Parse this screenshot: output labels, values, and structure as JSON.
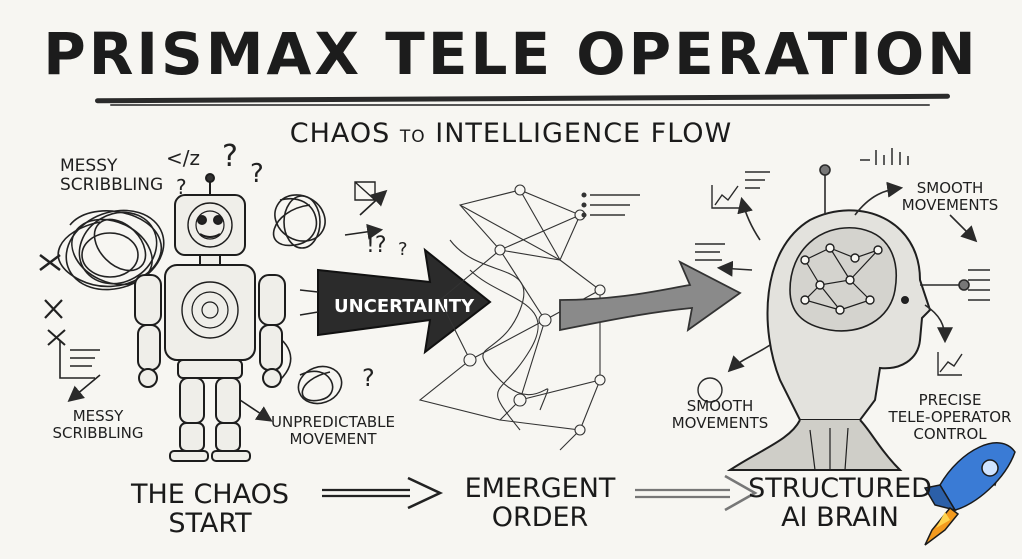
{
  "title": "PRISMAX TELE OPERATION",
  "subtitle": {
    "left": "CHAOS",
    "joiner": "TO",
    "right": "INTELLIGENCE FLOW"
  },
  "chaos": {
    "label_top_line1": "MESSY",
    "label_top_line2": "SCRIBBLING",
    "label_bottom_line1": "MESSY",
    "label_bottom_line2": "SCRIBBLING",
    "label_move_line1": "UNPREDICTABLE",
    "label_move_line2": "MOVEMENT",
    "glyph": "</z",
    "marks": [
      "?",
      "?",
      "?",
      "!?",
      "?",
      "?"
    ]
  },
  "arrow_label": "UNCERTAINTY",
  "brain": {
    "label_smooth_top_line1": "SMOOTH",
    "label_smooth_top_line2": "MOVEMENTS",
    "label_smooth_bottom_line1": "SMOOTH",
    "label_smooth_bottom_line2": "MOVEMENTS",
    "label_precise_line1": "PRECISE",
    "label_precise_line2": "TELE-OPERATOR",
    "label_precise_line3": "CONTROL"
  },
  "stages": {
    "chaos_line1": "THE CHAOS",
    "chaos_line2": "START",
    "emergent_line1": "EMERGENT",
    "emergent_line2": "ORDER",
    "brain_line1": "STRUCTURED",
    "brain_line2": "AI BRAIN"
  },
  "icons": [
    "robot-icon",
    "neural-network-icon",
    "ai-head-icon",
    "rocket-icon"
  ],
  "colors": {
    "ink": "#1b1b1b",
    "paper": "#f7f6f2",
    "rocket_blue": "#3a7bd5",
    "flame": "#f39a1e"
  }
}
